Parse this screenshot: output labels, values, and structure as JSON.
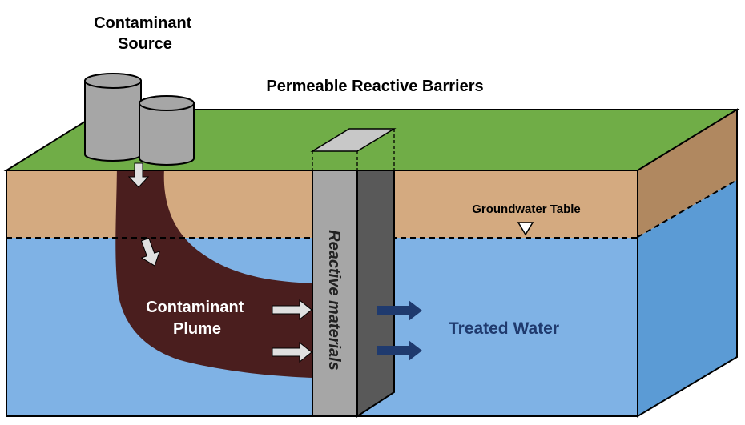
{
  "labels": {
    "contaminant_source": [
      "Contaminant",
      "Source"
    ],
    "title": "Permeable Reactive Barriers",
    "groundwater_table": "Groundwater Table",
    "contaminant_plume": [
      "Contaminant",
      "Plume"
    ],
    "reactive_materials": "Reactive materials",
    "treated_water": "Treated Water"
  },
  "colors": {
    "grass": "#70ad47",
    "soil_front": "#d4aa80",
    "soil_side": "#b08860",
    "water_front": "#7fb2e5",
    "water_side": "#5b9bd5",
    "plume": "#4a1e1e",
    "barrier_front": "#a6a6a6",
    "barrier_side": "#595959",
    "barrier_top": "#c8c8c8",
    "tank": "#a6a6a6",
    "arrow_in": "#e0e0e0",
    "arrow_out": "#1f3a6e",
    "treated_text": "#1f3a6e"
  },
  "icons": {
    "water_table_marker": "down-triangle-icon",
    "flow_arrows": "right-arrow-icon"
  }
}
